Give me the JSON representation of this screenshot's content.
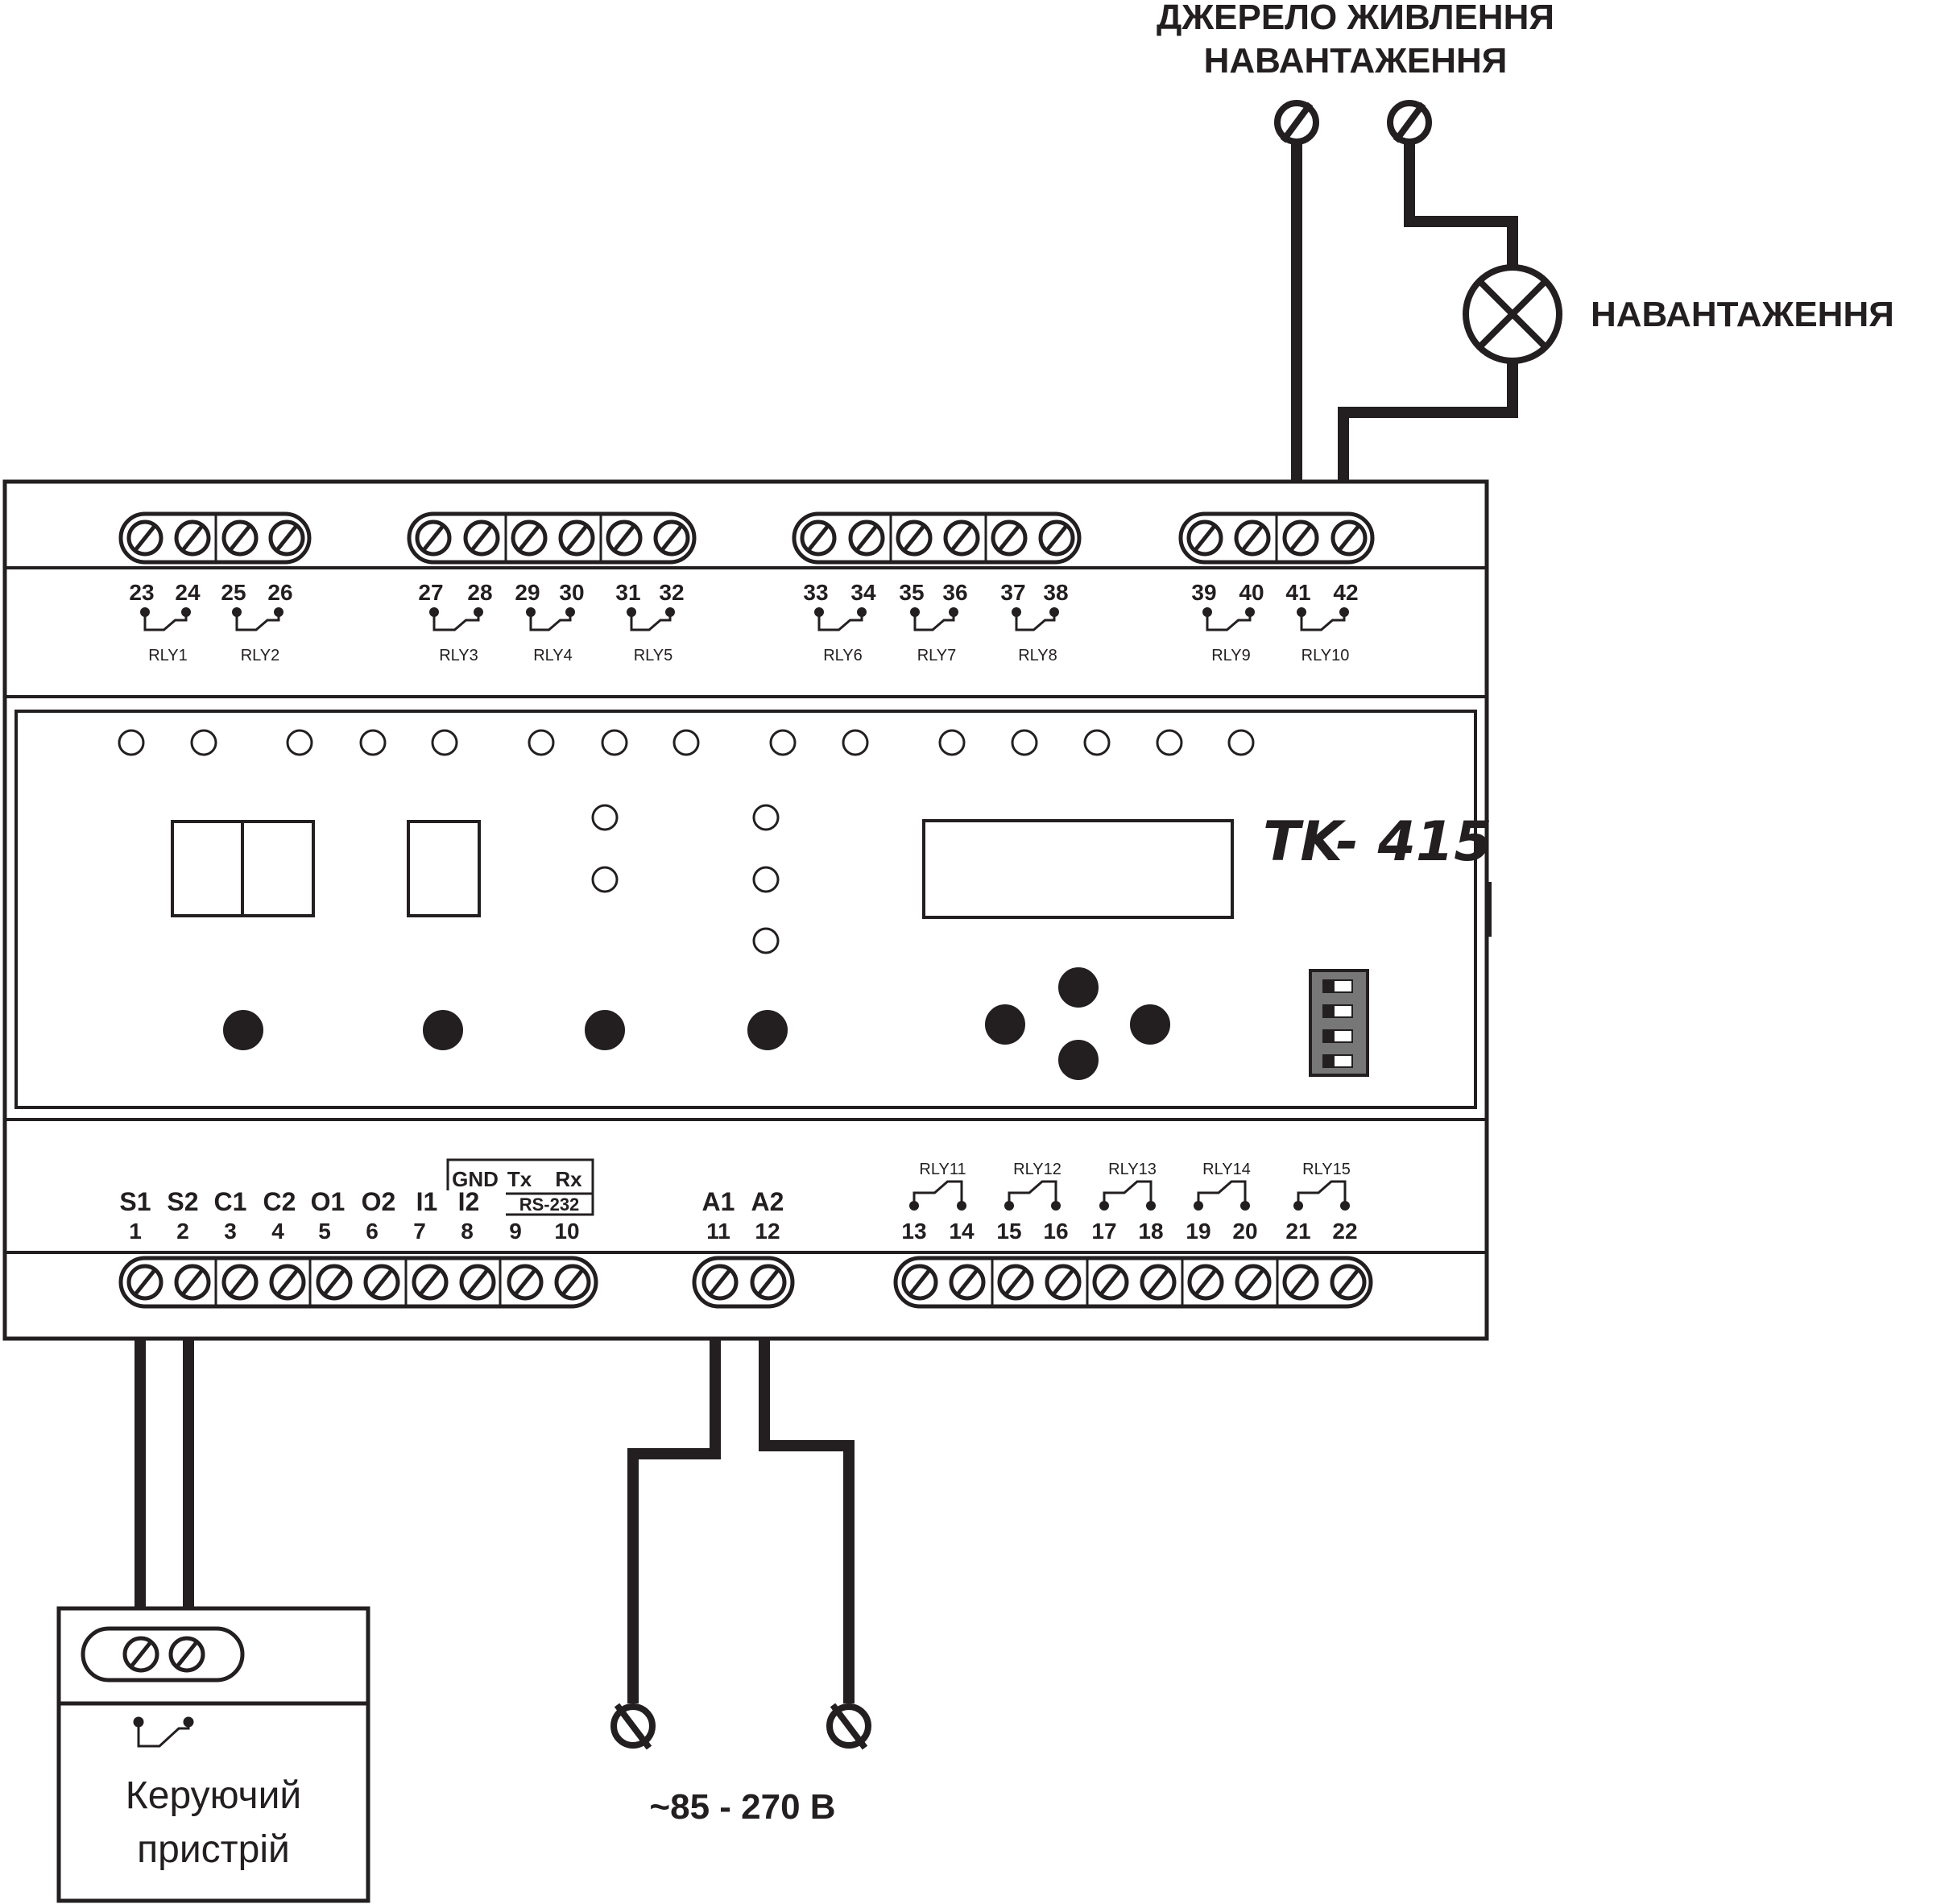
{
  "labels": {
    "load_source_line1": "ДЖЕРЕЛО ЖИВЛЕННЯ",
    "load_source_line2": "НАВАНТАЖЕННЯ",
    "load": "НАВАНТАЖЕННЯ",
    "model": "TK- 415",
    "supply_voltage": "~85 - 270 В",
    "controller_line1": "Керуючий",
    "controller_line2": "пристрій",
    "rs232": "RS-232"
  },
  "top_terminals": {
    "groups": [
      {
        "relays": [
          {
            "name": "RLY1",
            "pins": [
              "23",
              "24"
            ]
          },
          {
            "name": "RLY2",
            "pins": [
              "25",
              "26"
            ]
          }
        ]
      },
      {
        "relays": [
          {
            "name": "RLY3",
            "pins": [
              "27",
              "28"
            ]
          },
          {
            "name": "RLY4",
            "pins": [
              "29",
              "30"
            ]
          },
          {
            "name": "RLY5",
            "pins": [
              "31",
              "32"
            ]
          }
        ]
      },
      {
        "relays": [
          {
            "name": "RLY6",
            "pins": [
              "33",
              "34"
            ]
          },
          {
            "name": "RLY7",
            "pins": [
              "35",
              "36"
            ]
          },
          {
            "name": "RLY8",
            "pins": [
              "37",
              "38"
            ]
          }
        ]
      },
      {
        "relays": [
          {
            "name": "RLY9",
            "pins": [
              "39",
              "40"
            ]
          },
          {
            "name": "RLY10",
            "pins": [
              "41",
              "42"
            ]
          }
        ]
      }
    ]
  },
  "bottom_left_terminals": {
    "signals": [
      "S1",
      "S2",
      "C1",
      "C2",
      "O1",
      "O2",
      "I1",
      "I2"
    ],
    "rs232_signals": [
      "GND",
      "Tx",
      "Rx"
    ],
    "numbers": [
      "1",
      "2",
      "3",
      "4",
      "5",
      "6",
      "7",
      "8",
      "9",
      "10"
    ]
  },
  "power_terminals": {
    "signals": [
      "A1",
      "A2"
    ],
    "numbers": [
      "11",
      "12"
    ]
  },
  "bottom_right_terminals": {
    "relays": [
      {
        "name": "RLY11",
        "pins": [
          "13",
          "14"
        ]
      },
      {
        "name": "RLY12",
        "pins": [
          "15",
          "16"
        ]
      },
      {
        "name": "RLY13",
        "pins": [
          "17",
          "18"
        ]
      },
      {
        "name": "RLY14",
        "pins": [
          "19",
          "20"
        ]
      },
      {
        "name": "RLY15",
        "pins": [
          "21",
          "22"
        ]
      }
    ]
  }
}
